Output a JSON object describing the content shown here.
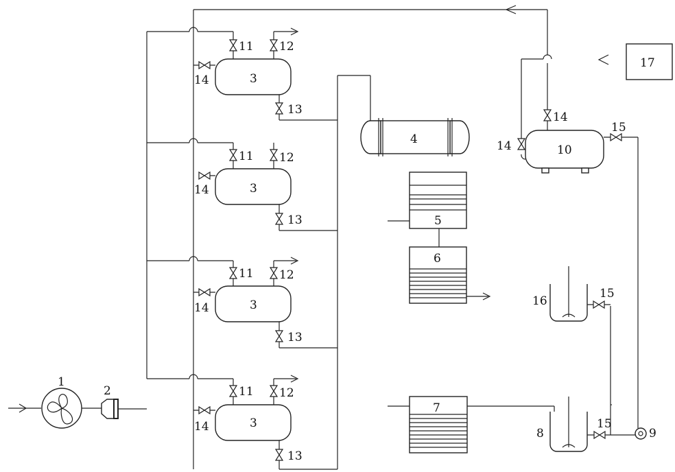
{
  "diagram": {
    "labels": {
      "fan": "1",
      "filter": "2",
      "tank": "3",
      "heat_exchanger": "4",
      "unit5": "5",
      "unit6": "6",
      "tank7": "7",
      "mixer8": "8",
      "pump9": "9",
      "vessel10": "10",
      "valve11": "11",
      "valve12": "12",
      "valve13": "13",
      "valve14": "14",
      "valve15": "15",
      "mixer16": "16",
      "box17": "17"
    }
  }
}
